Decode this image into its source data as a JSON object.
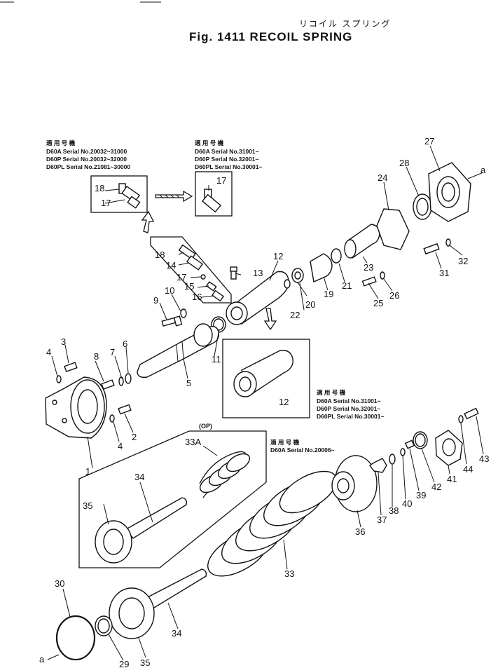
{
  "header": {
    "title_jp": "リコイル スプリング",
    "title": "Fig. 1411   RECOIL SPRING"
  },
  "notes": {
    "a": {
      "heading": "適 用 号 機",
      "lines": [
        "D60A   Serial No.20032~31000",
        "D60P   Serial No.20032~32000",
        "D60PL  Serial No.21081~30000"
      ]
    },
    "b": {
      "heading": "適 用 号 機",
      "lines": [
        "D60A   Serial No.31001~",
        "D60P   Serial No.32001~",
        "D60PL  Serial No.30001~"
      ]
    },
    "c": {
      "heading": "適 用 号 機",
      "lines": [
        "D60A   Serial No.31001~",
        "D60P   Serial No.32001~",
        "D60PL  Serial No.30001~"
      ]
    },
    "d": {
      "heading": "適 用 号 機",
      "lines": [
        "D60A   Serial No.20006~"
      ]
    }
  },
  "op_label": "(OP)",
  "markers": {
    "a_top": "a",
    "a_bottom": "a"
  },
  "callouts": {
    "c1": "1",
    "c2": "2",
    "c3": "3",
    "c4a": "4",
    "c4b": "4",
    "c5": "5",
    "c6": "6",
    "c7": "7",
    "c8": "8",
    "c9": "9",
    "c10": "10",
    "c11": "11",
    "c12a": "12",
    "c12b": "12",
    "c13": "13",
    "c14": "14",
    "c15": "15",
    "c16": "16",
    "c17a": "17",
    "c17b": "17",
    "c17c": "17",
    "c18a": "18",
    "c18b": "18",
    "c19": "19",
    "c20": "20",
    "c21": "21",
    "c22": "22",
    "c23": "23",
    "c24": "24",
    "c25": "25",
    "c26": "26",
    "c27": "27",
    "c28": "28",
    "c29": "29",
    "c30": "30",
    "c31": "31",
    "c32": "32",
    "c33": "33",
    "c33a": "33A",
    "c34a": "34",
    "c34b": "34",
    "c35a": "35",
    "c35b": "35",
    "c36": "36",
    "c37": "37",
    "c38": "38",
    "c39": "39",
    "c40": "40",
    "c41": "41",
    "c42": "42",
    "c43": "43",
    "c44": "44"
  }
}
